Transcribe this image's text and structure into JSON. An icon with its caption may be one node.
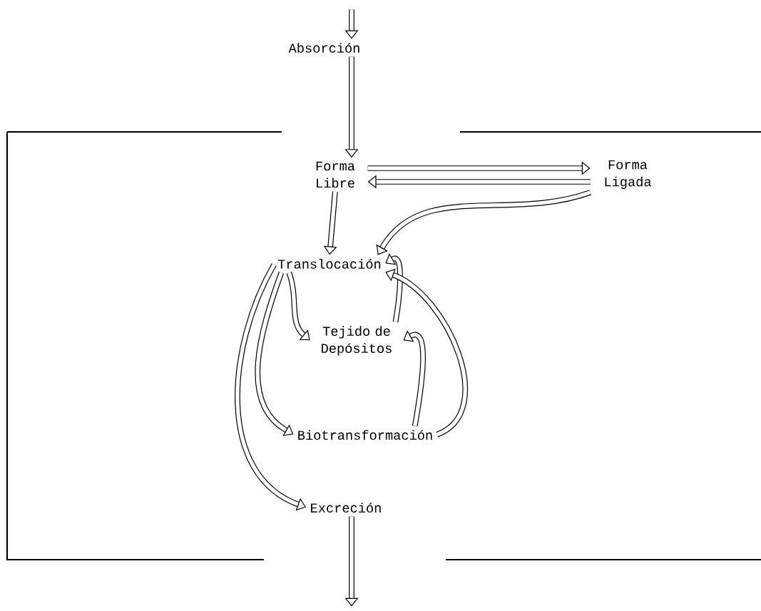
{
  "diagram": {
    "nodes": [
      {
        "text": [
          "Absorción"
        ]
      },
      {
        "text": [
          "Forma Libre"
        ]
      },
      {
        "text": [
          "Forma Ligada"
        ]
      },
      {
        "text": [
          "Translocación"
        ]
      },
      {
        "text": [
          "Tejido de Depósitos"
        ]
      },
      {
        "text": [
          "Biotransformación"
        ]
      },
      {
        "text": [
          "Excreción"
        ]
      }
    ],
    "edges": [
      {
        "from": null,
        "to": 0,
        "arrow": "to"
      },
      {
        "from": 0,
        "to": 1,
        "arrow": "to"
      },
      {
        "from": 1,
        "to": 2,
        "arrow": "to"
      },
      {
        "from": 2,
        "to": 1,
        "arrow": "to"
      },
      {
        "from": 1,
        "to": 3,
        "arrow": "to"
      },
      {
        "from": 2,
        "to": 3,
        "arrow": "to"
      },
      {
        "from": 4,
        "to": 3,
        "arrow": "to"
      },
      {
        "from": 5,
        "to": 3,
        "arrow": "to"
      },
      {
        "from": 5,
        "to": 4,
        "arrow": "to"
      },
      {
        "from": 3,
        "to": 4,
        "arrow": "to"
      },
      {
        "from": 3,
        "to": 5,
        "arrow": "to"
      },
      {
        "from": 3,
        "to": 6,
        "arrow": "to"
      },
      {
        "from": 6,
        "to": null,
        "arrow": "to"
      }
    ]
  }
}
